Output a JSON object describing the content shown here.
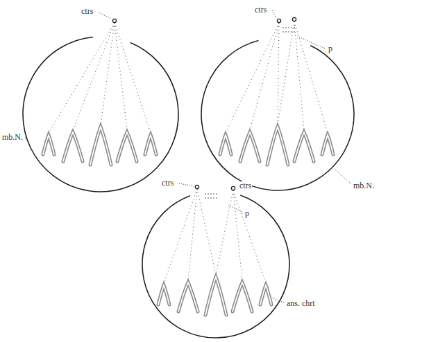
{
  "diagram": {
    "labels": [
      "ctrs",
      "ctrs",
      "p",
      "mb.N.",
      "mb.N.",
      "ctrs",
      "ctrs",
      "p",
      "ans. chrt"
    ]
  }
}
